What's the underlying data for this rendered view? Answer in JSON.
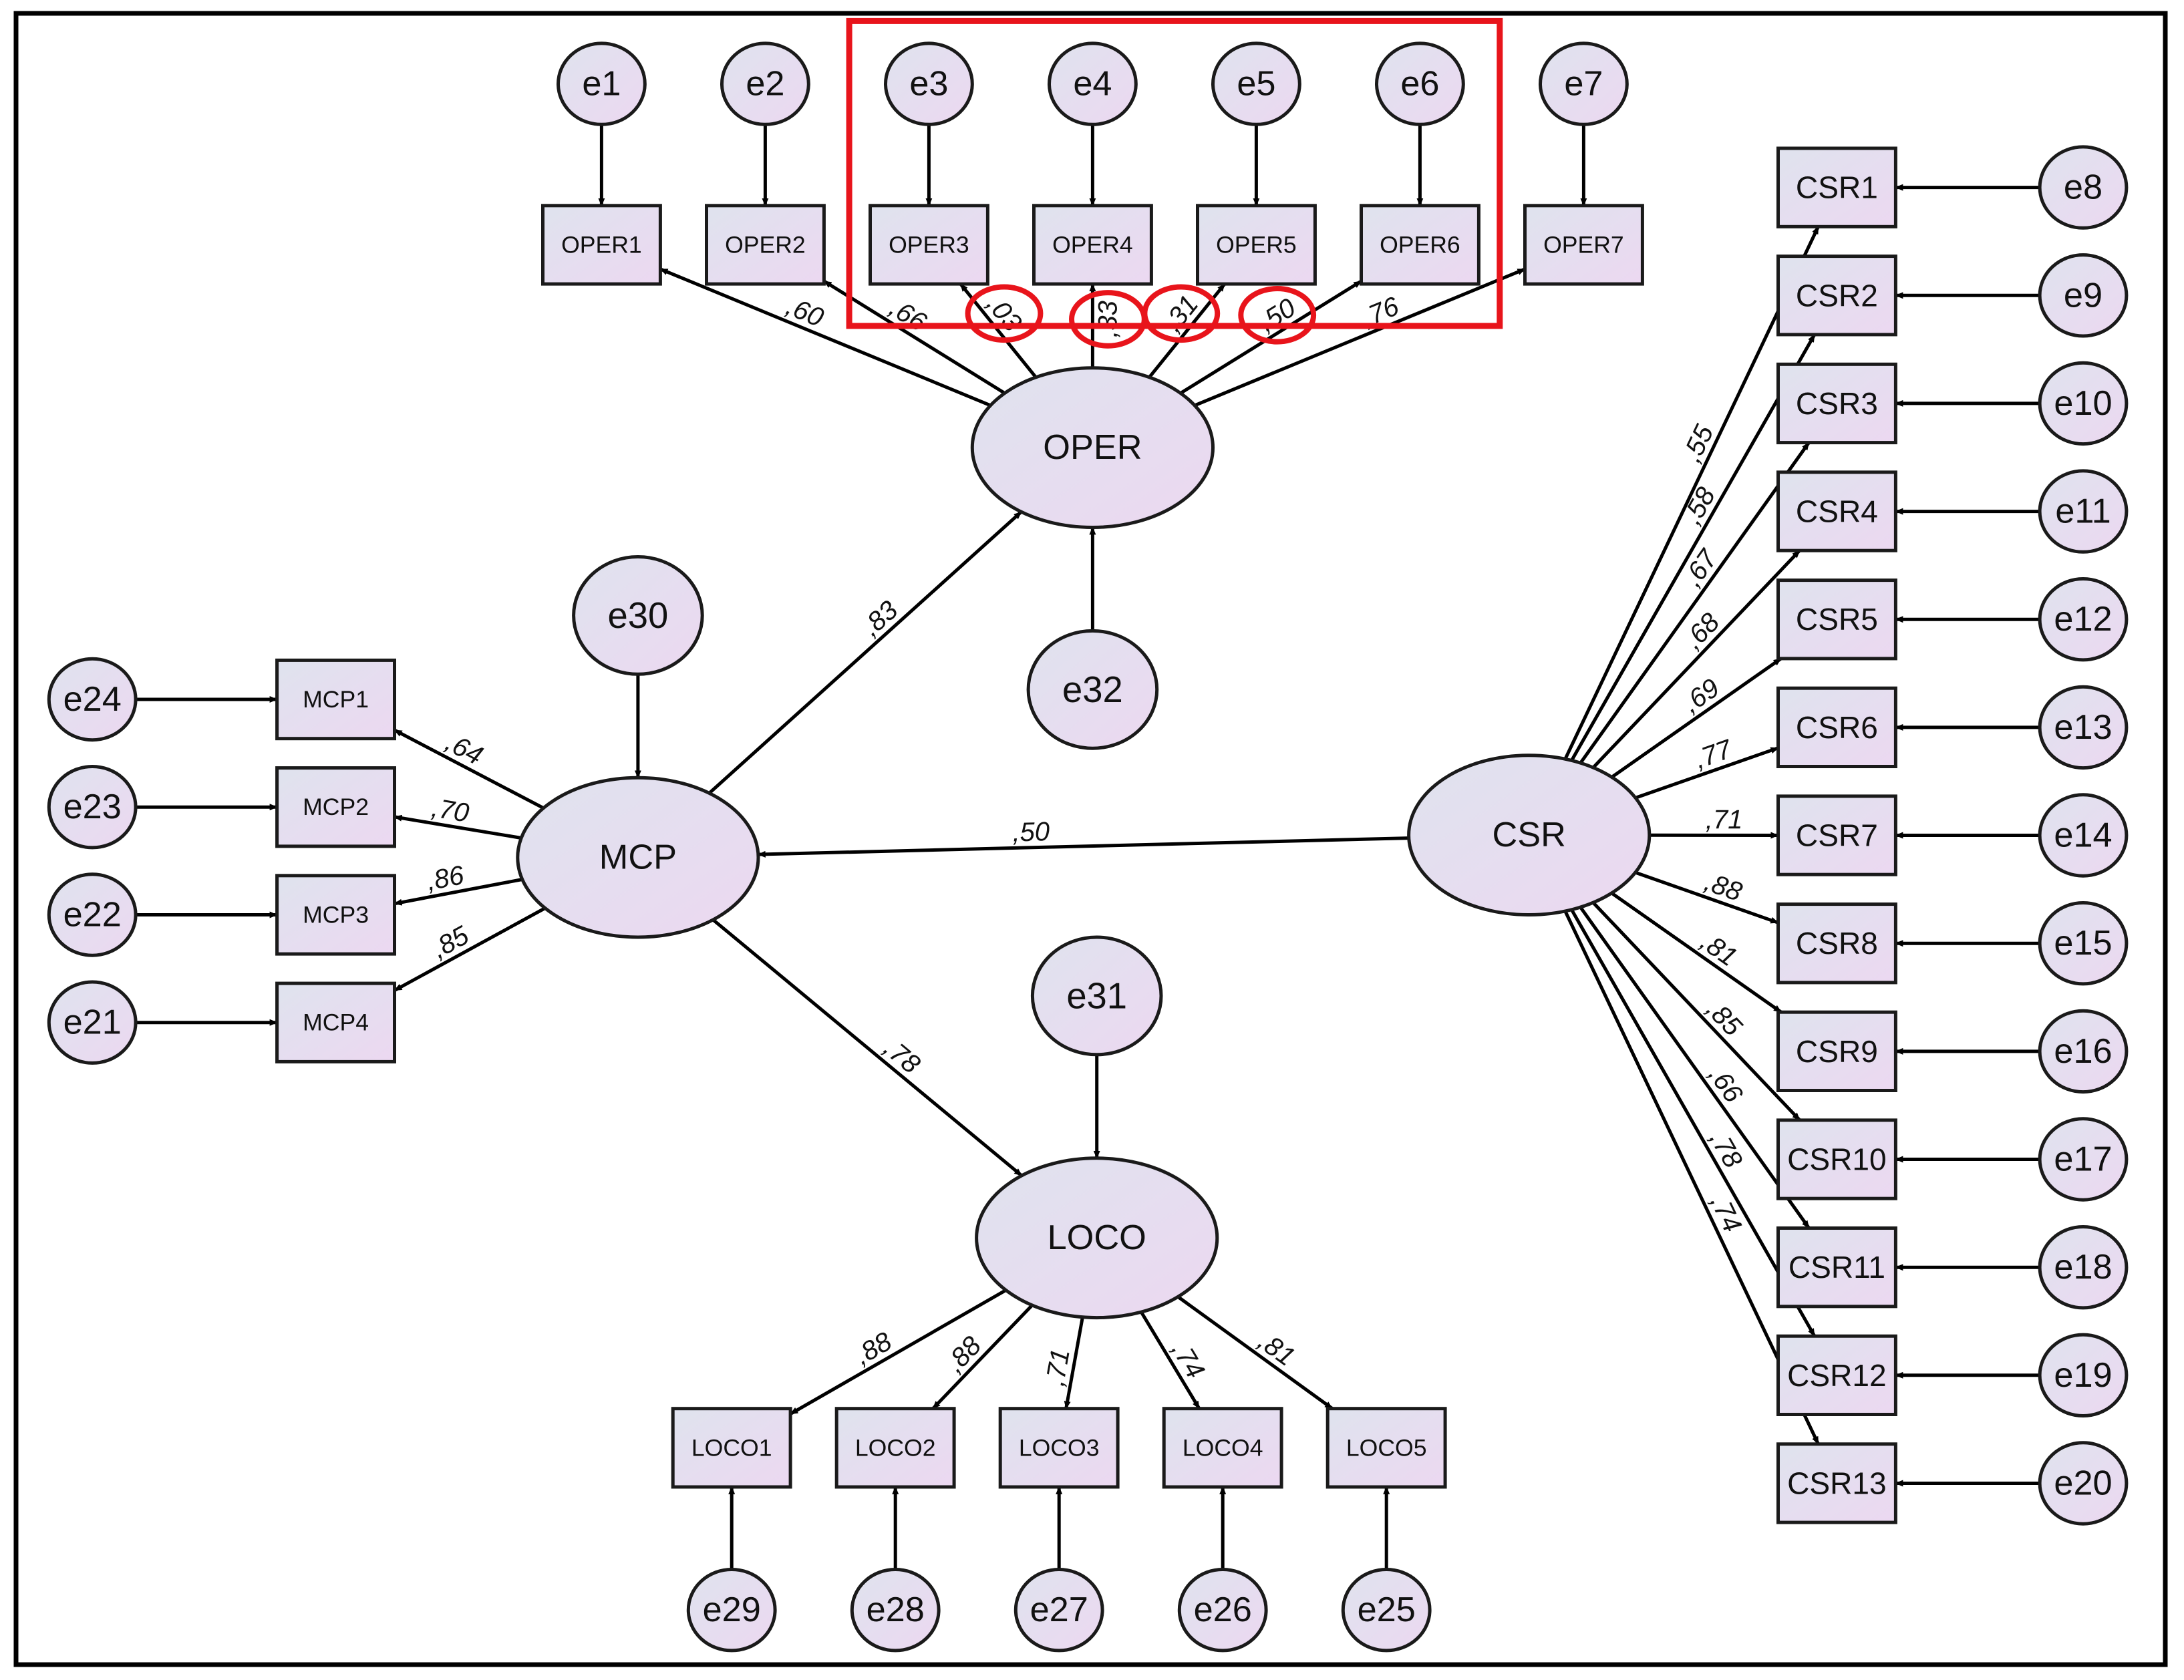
{
  "diagram": {
    "type": "structural-equation-model",
    "colors": {
      "node_fill_start": "#dfe3ee",
      "node_fill_end": "#ecd8f1",
      "highlight": "#e8141b",
      "line": "#000000"
    },
    "latent": [
      {
        "id": "OPER",
        "label": "OPER"
      },
      {
        "id": "MCP",
        "label": "MCP"
      },
      {
        "id": "LOCO",
        "label": "LOCO"
      },
      {
        "id": "CSR",
        "label": "CSR"
      }
    ],
    "observed": [
      "OPER1",
      "OPER2",
      "OPER3",
      "OPER4",
      "OPER5",
      "OPER6",
      "OPER7",
      "MCP1",
      "MCP2",
      "MCP3",
      "MCP4",
      "LOCO1",
      "LOCO2",
      "LOCO3",
      "LOCO4",
      "LOCO5",
      "CSR1",
      "CSR2",
      "CSR3",
      "CSR4",
      "CSR5",
      "CSR6",
      "CSR7",
      "CSR8",
      "CSR9",
      "CSR10",
      "CSR11",
      "CSR12",
      "CSR13"
    ],
    "errors": [
      "e1",
      "e2",
      "e3",
      "e4",
      "e5",
      "e6",
      "e7",
      "e8",
      "e9",
      "e10",
      "e11",
      "e12",
      "e13",
      "e14",
      "e15",
      "e16",
      "e17",
      "e18",
      "e19",
      "e20",
      "e21",
      "e22",
      "e23",
      "e24",
      "e25",
      "e26",
      "e27",
      "e28",
      "e29",
      "e30",
      "e31",
      "e32"
    ],
    "edges": [
      {
        "from": "e1",
        "to": "OPER1",
        "label": ""
      },
      {
        "from": "e2",
        "to": "OPER2",
        "label": ""
      },
      {
        "from": "e3",
        "to": "OPER3",
        "label": ""
      },
      {
        "from": "e4",
        "to": "OPER4",
        "label": ""
      },
      {
        "from": "e5",
        "to": "OPER5",
        "label": ""
      },
      {
        "from": "e6",
        "to": "OPER6",
        "label": ""
      },
      {
        "from": "e7",
        "to": "OPER7",
        "label": ""
      },
      {
        "from": "OPER",
        "to": "OPER1",
        "label": ",60"
      },
      {
        "from": "OPER",
        "to": "OPER2",
        "label": ",66"
      },
      {
        "from": "OPER",
        "to": "OPER3",
        "label": ",03",
        "highlight": true
      },
      {
        "from": "OPER",
        "to": "OPER4",
        "label": ",33",
        "highlight": true
      },
      {
        "from": "OPER",
        "to": "OPER5",
        "label": ",31",
        "highlight": true
      },
      {
        "from": "OPER",
        "to": "OPER6",
        "label": ",50",
        "highlight": true
      },
      {
        "from": "OPER",
        "to": "OPER7",
        "label": ",76"
      },
      {
        "from": "e32",
        "to": "OPER",
        "label": ""
      },
      {
        "from": "MCP",
        "to": "OPER",
        "label": ",83"
      },
      {
        "from": "e30",
        "to": "MCP",
        "label": ""
      },
      {
        "from": "MCP",
        "to": "MCP1",
        "label": ",64"
      },
      {
        "from": "MCP",
        "to": "MCP2",
        "label": ",70"
      },
      {
        "from": "MCP",
        "to": "MCP3",
        "label": ",86"
      },
      {
        "from": "MCP",
        "to": "MCP4",
        "label": ",85"
      },
      {
        "from": "e24",
        "to": "MCP1",
        "label": ""
      },
      {
        "from": "e23",
        "to": "MCP2",
        "label": ""
      },
      {
        "from": "e22",
        "to": "MCP3",
        "label": ""
      },
      {
        "from": "e21",
        "to": "MCP4",
        "label": ""
      },
      {
        "from": "CSR",
        "to": "MCP",
        "label": ",50"
      },
      {
        "from": "MCP",
        "to": "LOCO",
        "label": ",78"
      },
      {
        "from": "e31",
        "to": "LOCO",
        "label": ""
      },
      {
        "from": "LOCO",
        "to": "LOCO1",
        "label": ",88"
      },
      {
        "from": "LOCO",
        "to": "LOCO2",
        "label": ",88"
      },
      {
        "from": "LOCO",
        "to": "LOCO3",
        "label": ",71"
      },
      {
        "from": "LOCO",
        "to": "LOCO4",
        "label": ",74"
      },
      {
        "from": "LOCO",
        "to": "LOCO5",
        "label": ",81"
      },
      {
        "from": "e29",
        "to": "LOCO1",
        "label": ""
      },
      {
        "from": "e28",
        "to": "LOCO2",
        "label": ""
      },
      {
        "from": "e27",
        "to": "LOCO3",
        "label": ""
      },
      {
        "from": "e26",
        "to": "LOCO4",
        "label": ""
      },
      {
        "from": "e25",
        "to": "LOCO5",
        "label": ""
      },
      {
        "from": "CSR",
        "to": "CSR1",
        "label": ",55"
      },
      {
        "from": "CSR",
        "to": "CSR2",
        "label": ",58"
      },
      {
        "from": "CSR",
        "to": "CSR3",
        "label": ",67"
      },
      {
        "from": "CSR",
        "to": "CSR4",
        "label": ",68"
      },
      {
        "from": "CSR",
        "to": "CSR5",
        "label": ",69"
      },
      {
        "from": "CSR",
        "to": "CSR6",
        "label": ",77"
      },
      {
        "from": "CSR",
        "to": "CSR7",
        "label": ",71"
      },
      {
        "from": "CSR",
        "to": "CSR8",
        "label": ",88"
      },
      {
        "from": "CSR",
        "to": "CSR9",
        "label": ",81"
      },
      {
        "from": "CSR",
        "to": "CSR10",
        "label": ",85"
      },
      {
        "from": "CSR",
        "to": "CSR11",
        "label": ",66"
      },
      {
        "from": "CSR",
        "to": "CSR12",
        "label": ",78"
      },
      {
        "from": "CSR",
        "to": "CSR13",
        "label": ",74"
      },
      {
        "from": "e8",
        "to": "CSR1",
        "label": ""
      },
      {
        "from": "e9",
        "to": "CSR2",
        "label": ""
      },
      {
        "from": "e10",
        "to": "CSR3",
        "label": ""
      },
      {
        "from": "e11",
        "to": "CSR4",
        "label": ""
      },
      {
        "from": "e12",
        "to": "CSR5",
        "label": ""
      },
      {
        "from": "e13",
        "to": "CSR6",
        "label": ""
      },
      {
        "from": "e14",
        "to": "CSR7",
        "label": ""
      },
      {
        "from": "e15",
        "to": "CSR8",
        "label": ""
      },
      {
        "from": "e16",
        "to": "CSR9",
        "label": ""
      },
      {
        "from": "e17",
        "to": "CSR10",
        "label": ""
      },
      {
        "from": "e18",
        "to": "CSR11",
        "label": ""
      },
      {
        "from": "e19",
        "to": "CSR12",
        "label": ""
      },
      {
        "from": "e20",
        "to": "CSR13",
        "label": ""
      }
    ],
    "highlight_box": [
      "OPER3",
      "OPER4",
      "OPER5",
      "OPER6"
    ]
  }
}
